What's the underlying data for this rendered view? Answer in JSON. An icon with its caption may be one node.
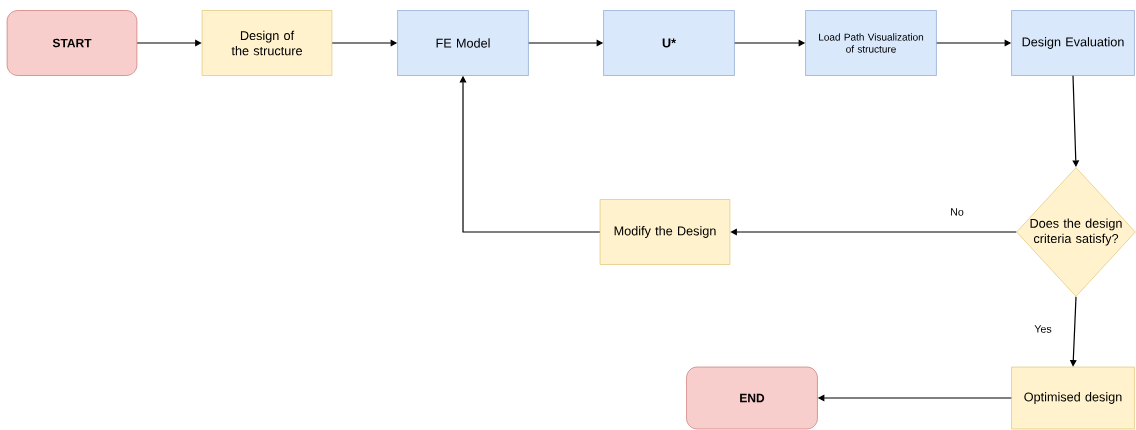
{
  "diagram": {
    "nodes": [
      {
        "text": [
          "START"
        ]
      },
      {
        "text": [
          "Design of the structure"
        ]
      },
      {
        "text": [
          "FE Model"
        ]
      },
      {
        "text": [
          "U*"
        ]
      },
      {
        "text": [
          "Load Path Visualization of structure"
        ]
      },
      {
        "text": [
          "Design Evaluation"
        ]
      },
      {
        "text": [
          "Does the design criteria satisfy?"
        ]
      },
      {
        "text": [
          "Modify the Design"
        ]
      },
      {
        "text": [
          "Optimised design"
        ]
      },
      {
        "text": [
          "END"
        ]
      }
    ],
    "edges": [
      {
        "from": 0,
        "to": 1,
        "arrow": "to"
      },
      {
        "from": 1,
        "to": 2,
        "arrow": "to"
      },
      {
        "from": 2,
        "to": 3,
        "arrow": "to"
      },
      {
        "from": 3,
        "to": 4,
        "arrow": "to"
      },
      {
        "from": 4,
        "to": 5,
        "arrow": "to"
      },
      {
        "from": 5,
        "to": 6,
        "arrow": "to"
      },
      {
        "from": 6,
        "to": 7,
        "arrow": "to",
        "label": "No"
      },
      {
        "from": 7,
        "to": 2,
        "arrow": "to"
      },
      {
        "from": 6,
        "to": 8,
        "arrow": "to",
        "label": "Yes"
      },
      {
        "from": 8,
        "to": 9,
        "arrow": "to"
      }
    ]
  }
}
